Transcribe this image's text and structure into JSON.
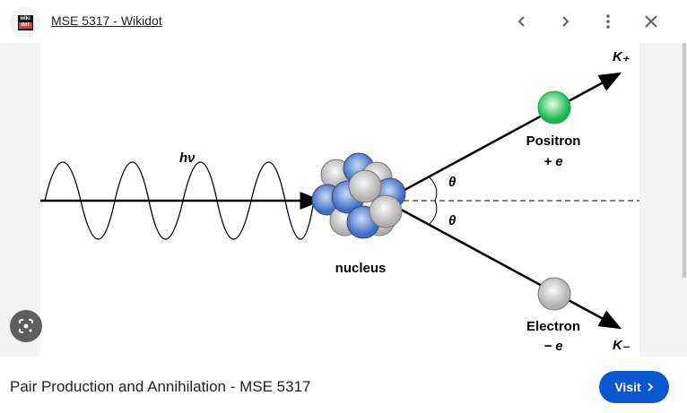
{
  "header": {
    "site_name": "MSE 5317 - Wikidot",
    "favicon_top": "wiki",
    "favicon_bottom": "dot"
  },
  "figure": {
    "photon_label": "hν",
    "nucleus_label": "nucleus",
    "theta_label": "θ",
    "positron_label": "Positron",
    "positron_charge": "+ e",
    "electron_label": "Electron",
    "electron_charge": "− e",
    "k_plus": "K₊",
    "k_minus": "K₋",
    "colors": {
      "positron": "#22c55e",
      "electron": "#cfcfcf",
      "proton": "#d6d6d6",
      "neutron": "#4f7fd6"
    }
  },
  "footer": {
    "title": "Pair Production and Annihilation - MSE 5317",
    "visit_label": "Visit"
  }
}
